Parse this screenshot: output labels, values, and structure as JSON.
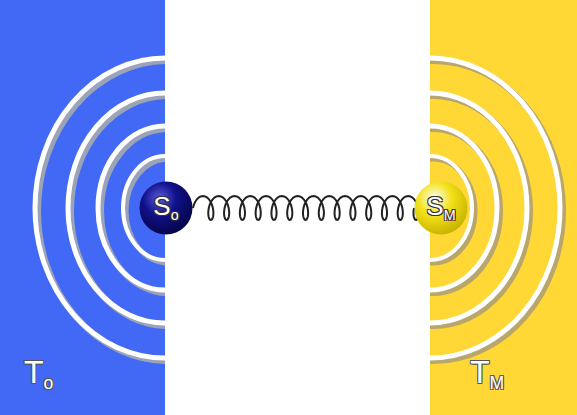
{
  "diagram": {
    "nodes": [
      {
        "text": [
          "To"
        ]
      },
      {
        "text": [
          "So"
        ]
      },
      {
        "text": [
          "SM"
        ]
      },
      {
        "text": [
          "TM"
        ]
      }
    ],
    "edges": [
      {
        "from": 1,
        "to": 2,
        "arrow": "none"
      }
    ]
  }
}
